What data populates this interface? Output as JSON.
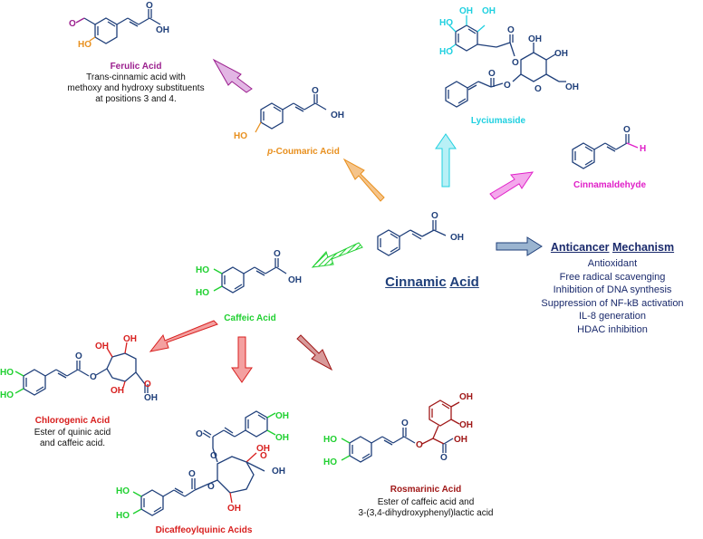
{
  "center": {
    "name_part1": "Cinnamic",
    "name_part2": "Acid"
  },
  "mechanism": {
    "title_part1": "Anticancer",
    "title_part2": "Mechanism",
    "items": [
      "Antioxidant",
      "Free radical scavenging",
      "Inhibition of DNA synthesis",
      "Suppression of NF-kB activation",
      "IL-8 generation",
      "HDAC inhibition"
    ]
  },
  "compounds": {
    "ferulic": {
      "name": "Ferulic Acid",
      "desc_lines": [
        "Trans-cinnamic acid with",
        "methoxy and hydroxy substituents",
        "at positions 3 and 4."
      ]
    },
    "coumaric": {
      "prefix": "p",
      "name": "-Coumaric Acid"
    },
    "lyciumaside": {
      "name": "Lyciumaside"
    },
    "cinnamaldehyde": {
      "name": "Cinnamaldehyde"
    },
    "caffeic": {
      "name": "Caffeic Acid"
    },
    "chlorogenic": {
      "name": "Chlorogenic Acid",
      "desc_lines": [
        "Ester of quinic acid",
        "and caffeic acid."
      ]
    },
    "dicaffeoyl": {
      "name": "Dicaffeoylquinic Acids"
    },
    "rosmarinic": {
      "name": "Rosmarinic Acid",
      "desc_lines": [
        "Ester of caffeic acid and",
        "3-(3,4-dihydroxyphenyl)lactic acid"
      ]
    }
  },
  "atoms": {
    "oh": "OH",
    "ho": "HO",
    "o": "O",
    "h": "H"
  },
  "colors": {
    "bond": "#1f3f7a",
    "ferulic": "#9b1f8e",
    "coumaric": "#e8901f",
    "lyciumaside": "#1fd0e0",
    "cinnamaldehyde": "#e020c8",
    "caffeic": "#1fd030",
    "chlorogenic": "#d8201f",
    "rosmarinic": "#a01818",
    "mechanism": "#1a2a6c",
    "arrow_mechanism": "#6f8fb4"
  }
}
